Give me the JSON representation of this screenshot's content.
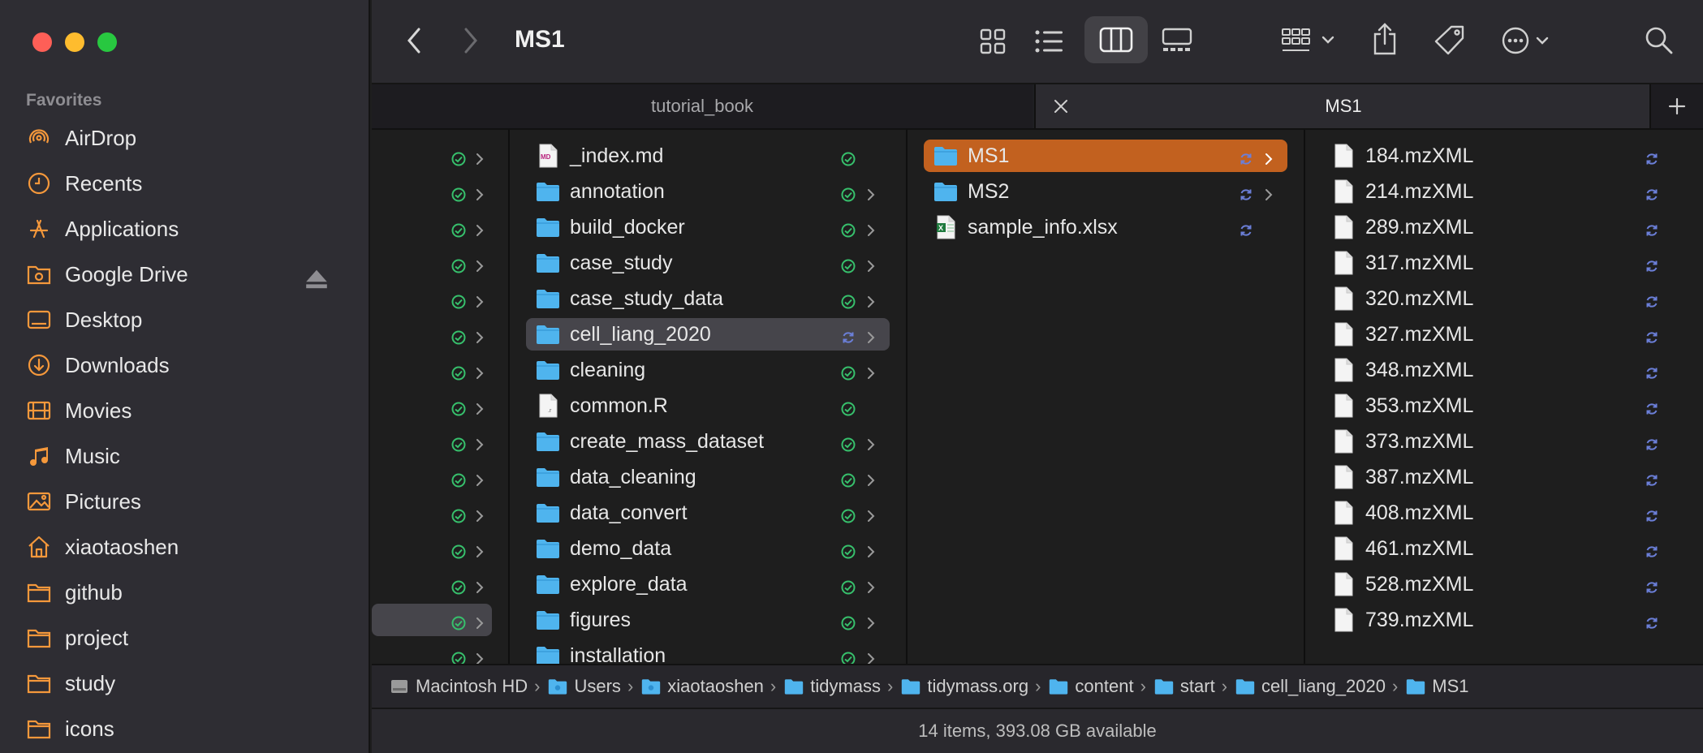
{
  "colors": {
    "accent": "#f5983b",
    "selected_row": "#c2611f",
    "folder": "#4fb4ee",
    "sync_ok": "#37c06c",
    "sync_pending": "#6b7fd8"
  },
  "sidebar": {
    "section_title": "Favorites",
    "items": [
      {
        "label": "AirDrop",
        "icon": "airdrop-icon"
      },
      {
        "label": "Recents",
        "icon": "clock-icon"
      },
      {
        "label": "Applications",
        "icon": "applications-icon"
      },
      {
        "label": "Google Drive",
        "icon": "drive-folder-icon"
      },
      {
        "label": "Desktop",
        "icon": "desktop-icon"
      },
      {
        "label": "Downloads",
        "icon": "download-icon"
      },
      {
        "label": "Movies",
        "icon": "film-icon"
      },
      {
        "label": "Music",
        "icon": "music-note-icon"
      },
      {
        "label": "Pictures",
        "icon": "photo-icon"
      },
      {
        "label": "xiaotaoshen",
        "icon": "home-icon"
      },
      {
        "label": "github",
        "icon": "folder-icon"
      },
      {
        "label": "project",
        "icon": "folder-icon"
      },
      {
        "label": "study",
        "icon": "folder-icon"
      },
      {
        "label": "icons",
        "icon": "folder-icon"
      }
    ]
  },
  "toolbar": {
    "title": "MS1"
  },
  "tabs": [
    {
      "label": "tutorial_book",
      "active": false
    },
    {
      "label": "MS1",
      "active": true
    }
  ],
  "column2": [
    {
      "name": "_index.md",
      "kind": "md",
      "folder": false
    },
    {
      "name": "annotation",
      "folder": true
    },
    {
      "name": "build_docker",
      "folder": true
    },
    {
      "name": "case_study",
      "folder": true
    },
    {
      "name": "case_study_data",
      "folder": true
    },
    {
      "name": "cell_liang_2020",
      "folder": true,
      "selected": true,
      "sync": "pending"
    },
    {
      "name": "cleaning",
      "folder": true
    },
    {
      "name": "common.R",
      "kind": "r",
      "folder": false
    },
    {
      "name": "create_mass_dataset",
      "folder": true
    },
    {
      "name": "data_cleaning",
      "folder": true
    },
    {
      "name": "data_convert",
      "folder": true
    },
    {
      "name": "demo_data",
      "folder": true
    },
    {
      "name": "explore_data",
      "folder": true
    },
    {
      "name": "figures",
      "folder": true
    },
    {
      "name": "installation",
      "folder": true
    }
  ],
  "column3": [
    {
      "name": "MS1",
      "folder": true,
      "selected": true
    },
    {
      "name": "MS2",
      "folder": true
    },
    {
      "name": "sample_info.xlsx",
      "kind": "xlsx",
      "folder": false
    }
  ],
  "column4": [
    "184.mzXML",
    "214.mzXML",
    "289.mzXML",
    "317.mzXML",
    "320.mzXML",
    "327.mzXML",
    "348.mzXML",
    "353.mzXML",
    "373.mzXML",
    "387.mzXML",
    "408.mzXML",
    "461.mzXML",
    "528.mzXML",
    "739.mzXML"
  ],
  "pathbar": [
    {
      "label": "Macintosh HD",
      "icon": "disk-icon"
    },
    {
      "label": "Users",
      "icon": "users-folder-icon"
    },
    {
      "label": "xiaotaoshen",
      "icon": "home-folder-icon"
    },
    {
      "label": "tidymass",
      "icon": "folder-icon"
    },
    {
      "label": "tidymass.org",
      "icon": "folder-icon"
    },
    {
      "label": "content",
      "icon": "folder-icon"
    },
    {
      "label": "start",
      "icon": "folder-icon"
    },
    {
      "label": "cell_liang_2020",
      "icon": "folder-icon"
    },
    {
      "label": "MS1",
      "icon": "folder-icon"
    }
  ],
  "status": {
    "text": "14 items, 393.08 GB available"
  }
}
